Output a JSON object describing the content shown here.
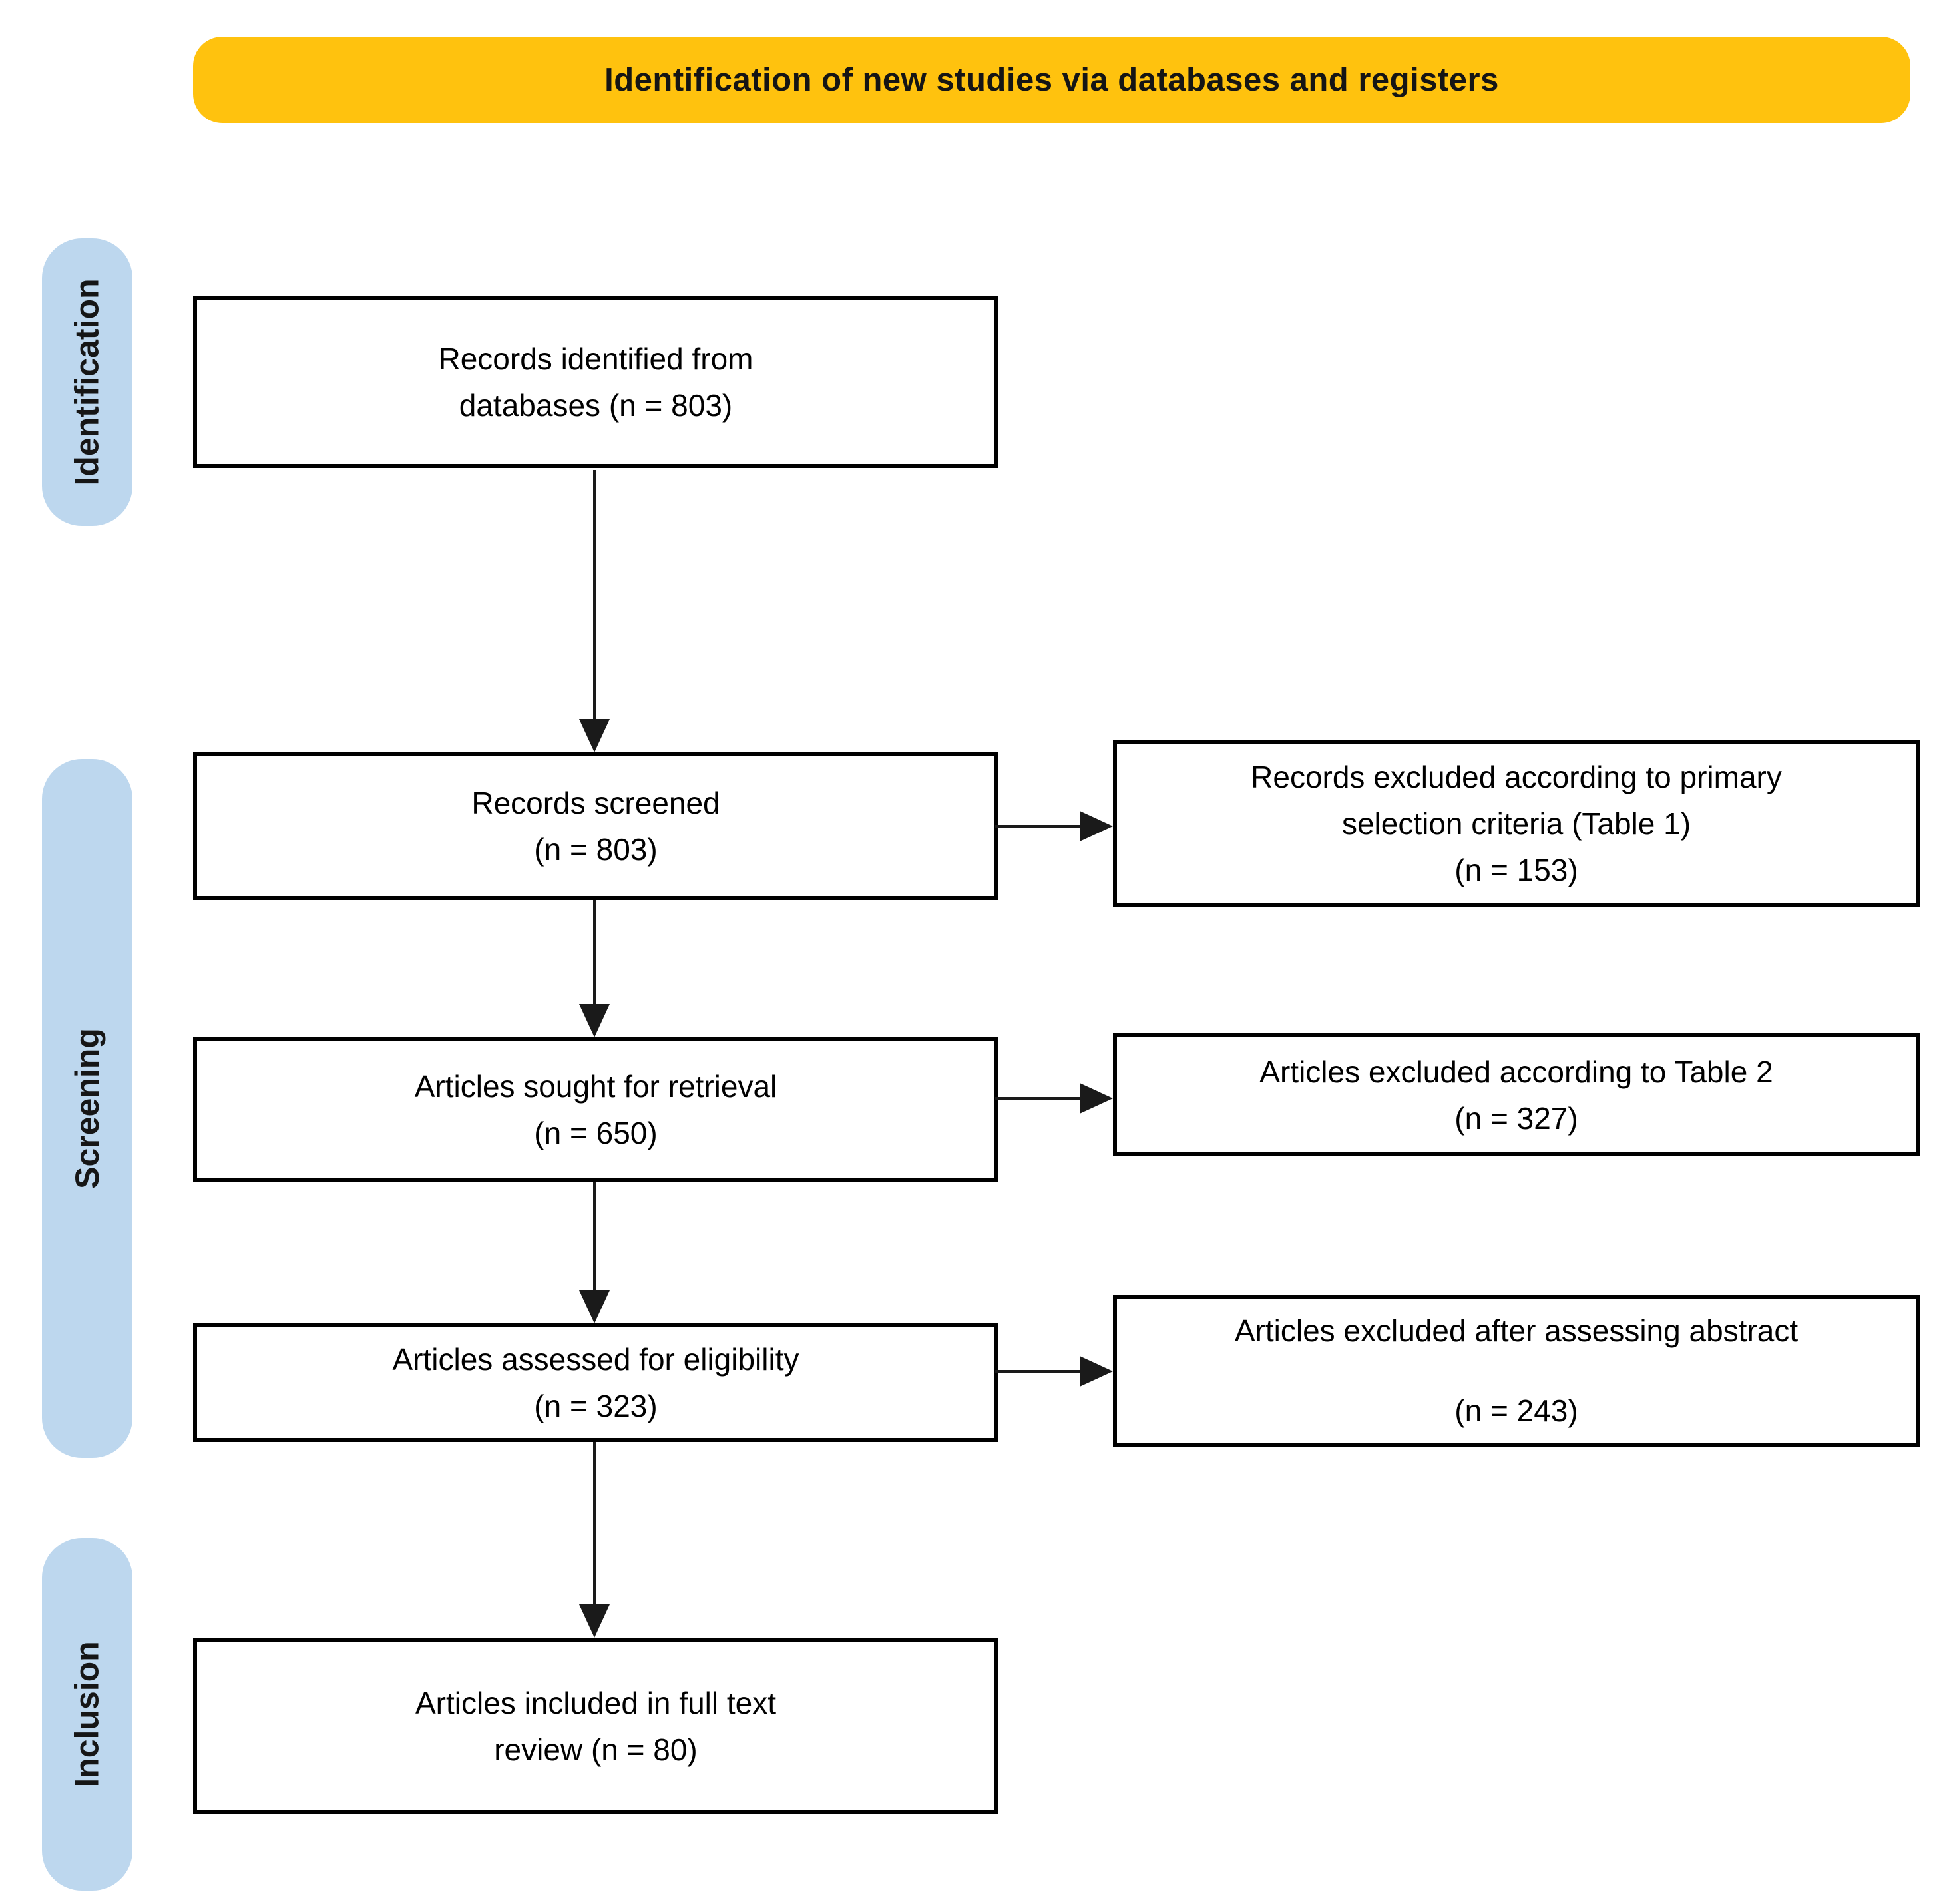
{
  "header": {
    "title": "Identification of new studies via databases and registers"
  },
  "colors": {
    "header_bg": "#FFC20E",
    "stage_bg": "#BDD7EE",
    "box_border": "#000000",
    "box_bg": "#FFFFFF",
    "arrow": "#1A1A1A"
  },
  "stages": [
    {
      "label": "Identification"
    },
    {
      "label": "Screening"
    },
    {
      "label": "Inclusion"
    }
  ],
  "flow_boxes": [
    {
      "id": "records-identified",
      "lines": [
        "Records identified from",
        "databases (n = 803)"
      ],
      "n": 803
    },
    {
      "id": "records-screened",
      "lines": [
        "Records screened",
        "(n = 803)"
      ],
      "n": 803
    },
    {
      "id": "articles-sought",
      "lines": [
        "Articles sought for retrieval",
        "(n = 650)"
      ],
      "n": 650
    },
    {
      "id": "articles-assessed",
      "lines": [
        "Articles assessed for eligibility",
        "(n = 323)"
      ],
      "n": 323
    },
    {
      "id": "articles-included",
      "lines": [
        "Articles included in full text",
        "review (n = 80)"
      ],
      "n": 80
    }
  ],
  "exclusion_boxes": [
    {
      "id": "records-excluded-primary-criteria",
      "lines": [
        "Records excluded according to primary",
        "selection criteria (Table 1)",
        "(n = 153)"
      ],
      "n": 153
    },
    {
      "id": "articles-excluded-table-2",
      "lines": [
        "Articles excluded according to Table 2",
        "(n = 327)"
      ],
      "n": 327
    },
    {
      "id": "articles-excluded-abstract",
      "lines": [
        "Articles excluded after assessing abstract",
        "(n = 243)"
      ],
      "n": 243
    }
  ]
}
